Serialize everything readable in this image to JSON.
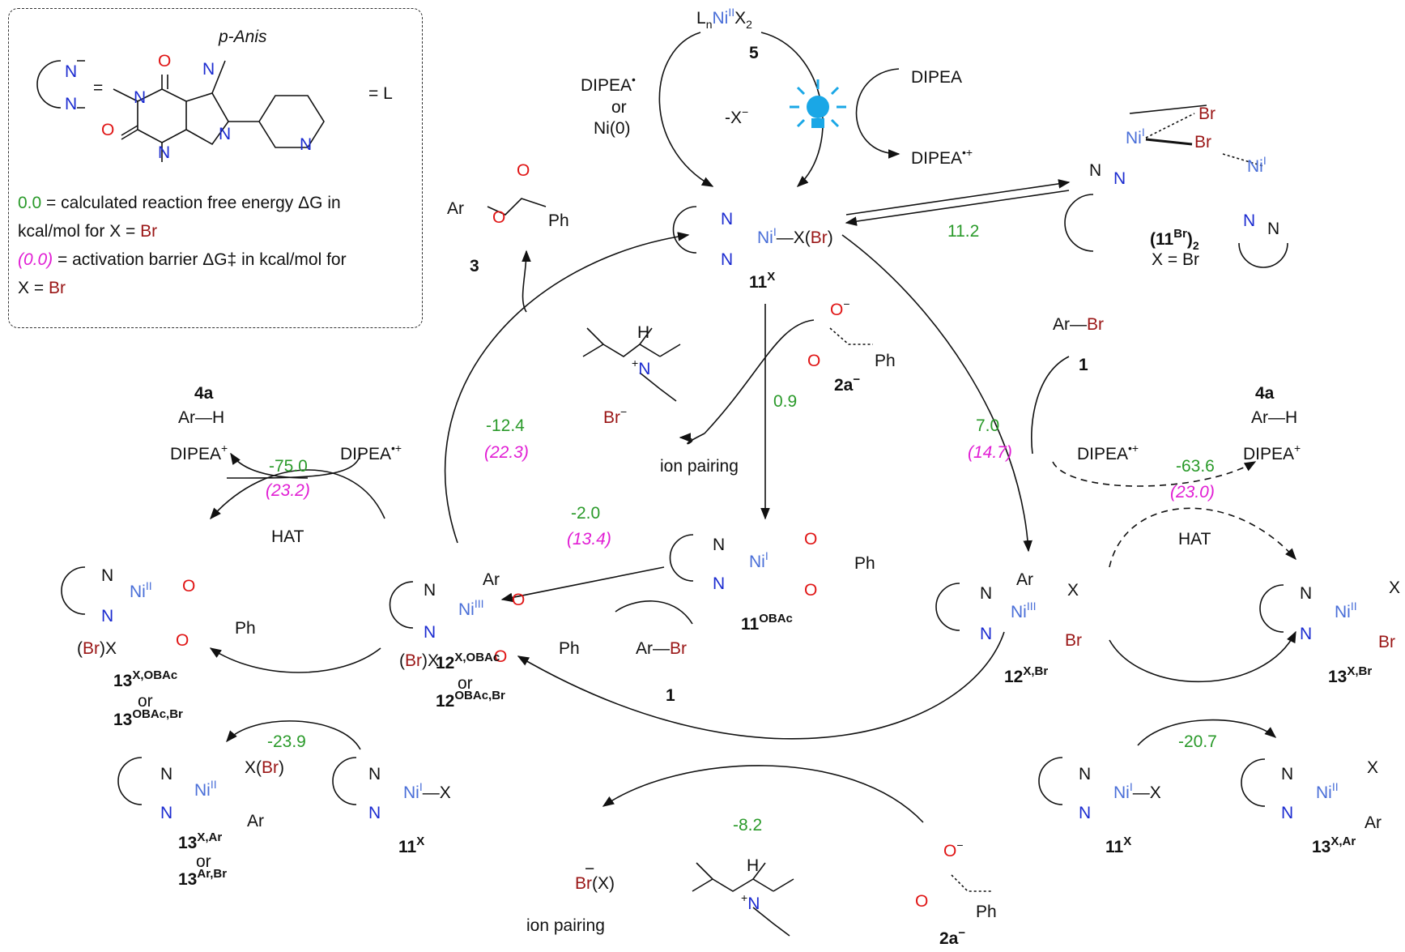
{
  "legend": {
    "ligand_eq": "=",
    "ligand_L": "= L",
    "panis": "p-Anis",
    "energy_value": "0.0",
    "energy_line1": " = calculated reaction free energy ΔG in",
    "energy_line2a": "kcal/mol for X = ",
    "br": "Br",
    "barrier_value": "(0.0)",
    "barrier_line1": " = activation barrier ΔG‡ in kcal/mol for",
    "barrier_line2a": "X = "
  },
  "atoms": {
    "N": "N",
    "O": "O",
    "Ni": "Ni",
    "Br": "Br",
    "X": "X",
    "Ar": "Ar",
    "Ph": "Ph",
    "H": "H"
  },
  "labels": {
    "c5": "5",
    "c3": "3",
    "c11": "11",
    "c11_sup": "X",
    "c11obac_sup": "OBAc",
    "c1": "1",
    "c2a": "2a",
    "c4a": "4a",
    "c12": "12",
    "c12_sup_a": "X,OBAc",
    "c12_sup_b": "OBAc,Br",
    "c12_sup_br": "X,Br",
    "c13": "13",
    "c13_sup_a": "X,OBAc",
    "c13_sup_b": "OBAc,Br",
    "c13_sup_xar": "X,Ar",
    "c13_sup_arbr": "Ar,Br",
    "c13_sup_xbr": "X,Br",
    "dimer_name": "(11",
    "dimer_sup": "Br",
    "dimer_sub": "2",
    "dimer_x": "X = Br",
    "or": "or"
  },
  "text": {
    "dipea": "DIPEA",
    "dipea_radical": "DIPEA",
    "or": "or",
    "ni0": "Ni(0)",
    "minus_x": "-X",
    "ion_pairing": "ion pairing",
    "hat": "HAT",
    "ar_h": "Ar—H",
    "ar_br": "Ar—Br",
    "x_br": "X(Br)",
    "br_x": "(Br)X",
    "brx_ion": "Br(X)",
    "lnni": "L",
    "ni_x2": "X"
  },
  "energies": {
    "dimer": "11.2",
    "ion_pair_top": "0.9",
    "ox_add_right": "7.0",
    "ox_add_right_barrier": "(14.7)",
    "ox_add_left": "-2.0",
    "ox_add_left_barrier": "(13.4)",
    "reductive": "-12.4",
    "reductive_barrier": "(22.3)",
    "hat_left": "-75.0",
    "hat_left_barrier": "(23.2)",
    "hat_right": "-63.6",
    "hat_right_barrier": "(23.0)",
    "comprop_left": "-23.9",
    "comprop_right": "-20.7",
    "ion_pair_bottom": "-8.2"
  },
  "colors": {
    "energy": "#2a9a2a",
    "barrier": "#e11ed4",
    "nickel": "#4a6fd8",
    "nitrogen": "#1b2bd0",
    "bromine": "#9a1616",
    "oxygen": "#e01515",
    "light": "#1aa7e6"
  }
}
